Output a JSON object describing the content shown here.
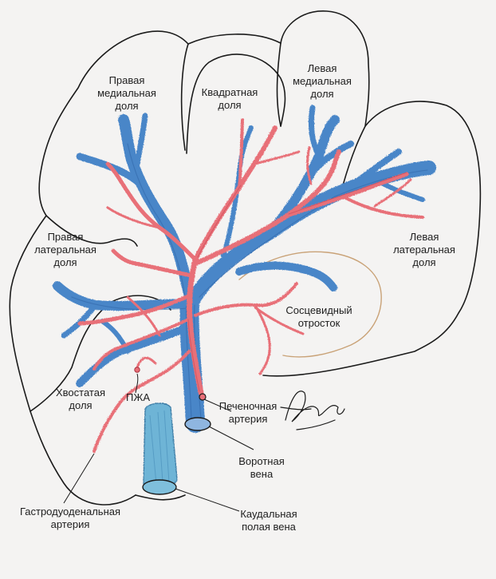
{
  "colors": {
    "paper": "#f4f3f2",
    "outline": "#1b1b1b",
    "vein": "#4a86c8",
    "vein_dark": "#2f64a6",
    "artery": "#e86f78",
    "artery_dark": "#c84150",
    "cava": "#6eb4d6",
    "process_outline": "#c9a277"
  },
  "labels": {
    "right_medial": [
      "Правая",
      "медиальная",
      "доля"
    ],
    "quadrate": [
      "Квадратная",
      "доля"
    ],
    "left_medial": [
      "Левая",
      "медиальная",
      "доля"
    ],
    "right_lateral": [
      "Правая",
      "латеральная",
      "доля"
    ],
    "left_lateral": [
      "Левая",
      "латеральная",
      "доля"
    ],
    "papillary": [
      "Сосцевидный",
      "отросток"
    ],
    "caudate": [
      "Хвостатая",
      "доля"
    ],
    "pancreas_abbr": "ПЖА",
    "hepatic_artery": [
      "Печеночная",
      "артерия"
    ],
    "portal_vein": [
      "Воротная",
      "вена"
    ],
    "caudal_vena_cava": [
      "Каудальная",
      "полая вена"
    ],
    "gastroduodenal": [
      "Гастродуоденальная",
      "артерия"
    ]
  }
}
